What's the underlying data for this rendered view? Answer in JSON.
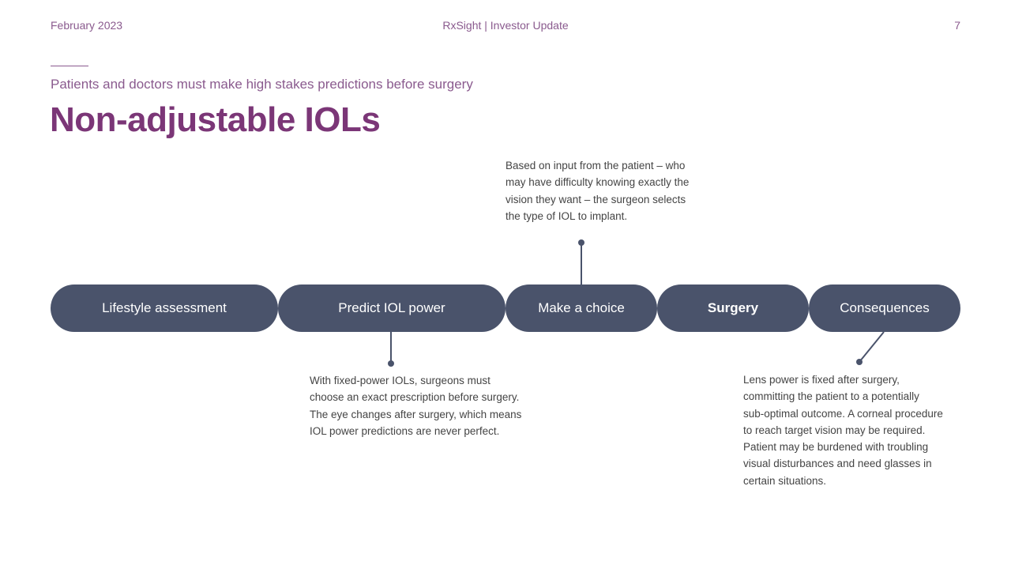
{
  "header": {
    "date": "February 2023",
    "center": "RxSight | Investor Update",
    "page_number": "7"
  },
  "subtitle": "Patients and doctors must make high stakes predictions before surgery",
  "title": "Non-adjustable IOLs",
  "steps": [
    {
      "label": "Lifestyle assessment"
    },
    {
      "label": "Predict IOL power"
    },
    {
      "label": "Make a choice"
    },
    {
      "label": "Surgery"
    },
    {
      "label": "Consequences"
    }
  ],
  "notes": {
    "make_choice": [
      "Based on input from the patient – who",
      "may have difficulty knowing exactly the",
      "vision they want – the surgeon selects",
      "the type of IOL to implant."
    ],
    "predict_power": [
      "With fixed-power IOLs, surgeons must",
      "choose an exact prescription before surgery.",
      "The eye changes after surgery, which means",
      "IOL power predictions are never perfect."
    ],
    "consequences": [
      "Lens power is fixed after surgery,",
      "committing the patient to a potentially",
      "sub-optimal outcome.  A corneal procedure",
      "to reach target vision may be required.",
      "Patient may be burdened with troubling",
      "visual disturbances and need glasses in",
      "certain situations."
    ]
  },
  "colors": {
    "accent": "#7b3677",
    "header_text": "#8a5a8e",
    "pill": "#4a536b",
    "body_text": "#444444"
  }
}
